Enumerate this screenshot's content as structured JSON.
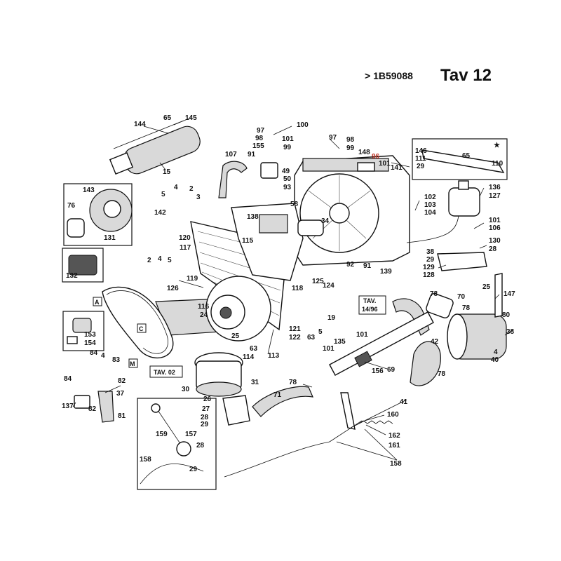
{
  "header": {
    "serial_ref": "> 1B59088",
    "plate_title": "Tav 12"
  },
  "star": "★",
  "cross_refs": {
    "tav02": "TAV. 02",
    "tav14": "TAV.",
    "tav14b": "14/96"
  },
  "belt_letters": {
    "a": "A",
    "c": "C",
    "m": "M"
  },
  "callouts": {
    "p144": "144",
    "p65a": "65",
    "p145": "145",
    "p15": "15",
    "p97a": "97",
    "p98a": "98",
    "p155": "155",
    "p100": "100",
    "p101a": "101",
    "p99a": "99",
    "p97b": "97",
    "p98b": "98",
    "p99b": "99",
    "p148": "148",
    "p96": "96",
    "p101b": "101",
    "p141": "141",
    "p146": "146",
    "p111": "111",
    "p29a": "29",
    "p65b": "65",
    "p110": "110",
    "p107": "107",
    "p91a": "91",
    "p49": "49",
    "p50": "50",
    "p93": "93",
    "p143": "143",
    "p76": "76",
    "p131": "131",
    "p132": "132",
    "p5a": "5",
    "p4a": "4",
    "p2a": "2",
    "p3": "3",
    "p142": "142",
    "p2b": "2",
    "p4b": "4",
    "p5b": "5",
    "p120": "120",
    "p117": "117",
    "p58": "58",
    "p138": "138",
    "p34": "34",
    "p115": "115",
    "p136": "136",
    "p127": "127",
    "p102": "102",
    "p103": "103",
    "p104": "104",
    "p101c": "101",
    "p106": "106",
    "p130": "130",
    "p28a": "28",
    "p38a": "38",
    "p29b": "29",
    "p129": "129",
    "p128": "128",
    "p92": "92",
    "p91b": "91",
    "p139": "139",
    "p126": "126",
    "p119": "119",
    "p118": "118",
    "p125": "125",
    "p124": "124",
    "p116": "116",
    "p24": "24",
    "p19": "19",
    "p121": "121",
    "p122": "122",
    "p5c": "5",
    "p63a": "63",
    "p101d": "101",
    "p25a": "25",
    "p147": "147",
    "p78a": "78",
    "p70": "70",
    "p78b": "78",
    "p80": "80",
    "p38b": "38",
    "p42": "42",
    "p4c": "4",
    "p40": "40",
    "p153": "153",
    "p154": "154",
    "p84a": "84",
    "p4d": "4",
    "p83": "83",
    "p82a": "82",
    "p84b": "84",
    "p37": "37",
    "p137": "137",
    "p82b": "82",
    "p81": "81",
    "p25b": "25",
    "p63b": "63",
    "p114": "114",
    "p113": "113",
    "p135": "135",
    "p101e": "101",
    "p156": "156",
    "p69": "69",
    "p78c": "78",
    "p30": "30",
    "p31": "31",
    "p78d": "78",
    "p71": "71",
    "p26": "26",
    "p27": "27",
    "p28b": "28",
    "p29c": "29",
    "p159": "159",
    "p157": "157",
    "p28c": "28",
    "p158a": "158",
    "p29d": "29",
    "p41": "41",
    "p160": "160",
    "p162": "162",
    "p161": "161",
    "p158b": "158"
  },
  "colors": {
    "ink": "#111111",
    "accent_red": "#c0392b",
    "paper": "#ffffff"
  }
}
